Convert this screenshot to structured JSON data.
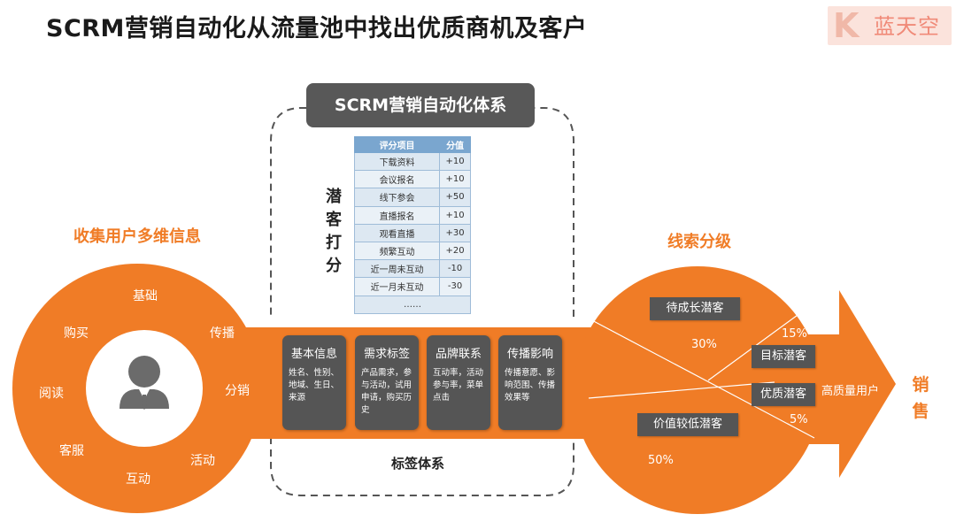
{
  "title": "SCRM营销自动化从流量池中找出优质商机及客户",
  "logo": {
    "letter": "K",
    "text": "蓝天空"
  },
  "left": {
    "heading": "收集用户多维信息",
    "words": [
      "基础",
      "传播",
      "分销",
      "活动",
      "互动",
      "客服",
      "阅读",
      "购买"
    ]
  },
  "center": {
    "system_title": "SCRM营销自动化体系",
    "scoring_label": "潜客打分",
    "table": {
      "headers": [
        "评分项目",
        "分值"
      ],
      "rows": [
        [
          "下载资料",
          "+10"
        ],
        [
          "会议报名",
          "+10"
        ],
        [
          "线下参会",
          "+50"
        ],
        [
          "直播报名",
          "+10"
        ],
        [
          "观看直播",
          "+30"
        ],
        [
          "频繁互动",
          "+20"
        ],
        [
          "近一周未互动",
          "-10"
        ],
        [
          "近一月未互动",
          "-30"
        ]
      ],
      "ellipsis": "……"
    },
    "tag_cards": [
      {
        "title": "基本信息",
        "body": "姓名、性别、地域、生日、来源"
      },
      {
        "title": "需求标签",
        "body": "产品需求，参与活动，试用申请，购买历史"
      },
      {
        "title": "品牌联系",
        "body": "互动率，活动参与率，菜单点击"
      },
      {
        "title": "传播影响",
        "body": "传播意愿、影响范围、传播效果等"
      }
    ],
    "tag_system_label": "标签体系"
  },
  "right": {
    "heading": "线索分级",
    "segments": [
      {
        "label": "待成长潜客",
        "pct": "30%"
      },
      {
        "label": "目标潜客",
        "pct": "15%"
      },
      {
        "label": "优质潜客",
        "pct": "5%"
      },
      {
        "label": "价值较低潜客",
        "pct": "50%"
      }
    ],
    "outcome": "高质量用户",
    "sales": "销售"
  },
  "colors": {
    "orange": "#f07c26",
    "dark": "#555555",
    "table_header": "#7aa6cf"
  }
}
